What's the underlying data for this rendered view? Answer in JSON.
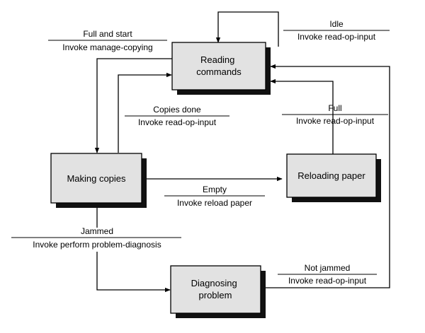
{
  "states": {
    "reading": [
      "Reading",
      "commands"
    ],
    "making": [
      "Making copies"
    ],
    "reloading": [
      "Reloading paper"
    ],
    "diagnosing": [
      "Diagnosing",
      "problem"
    ]
  },
  "transitions": {
    "full_and_start": {
      "event": "Full and start",
      "action": "Invoke manage-copying"
    },
    "idle": {
      "event": "Idle",
      "action": "Invoke read-op-input"
    },
    "copies_done": {
      "event": "Copies done",
      "action": "Invoke read-op-input"
    },
    "full": {
      "event": "Full",
      "action": "Invoke read-op-input"
    },
    "empty": {
      "event": "Empty",
      "action": "Invoke reload paper"
    },
    "jammed": {
      "event": "Jammed",
      "action": "Invoke perform problem-diagnosis"
    },
    "not_jammed": {
      "event": "Not jammed",
      "action": "Invoke read-op-input"
    }
  }
}
